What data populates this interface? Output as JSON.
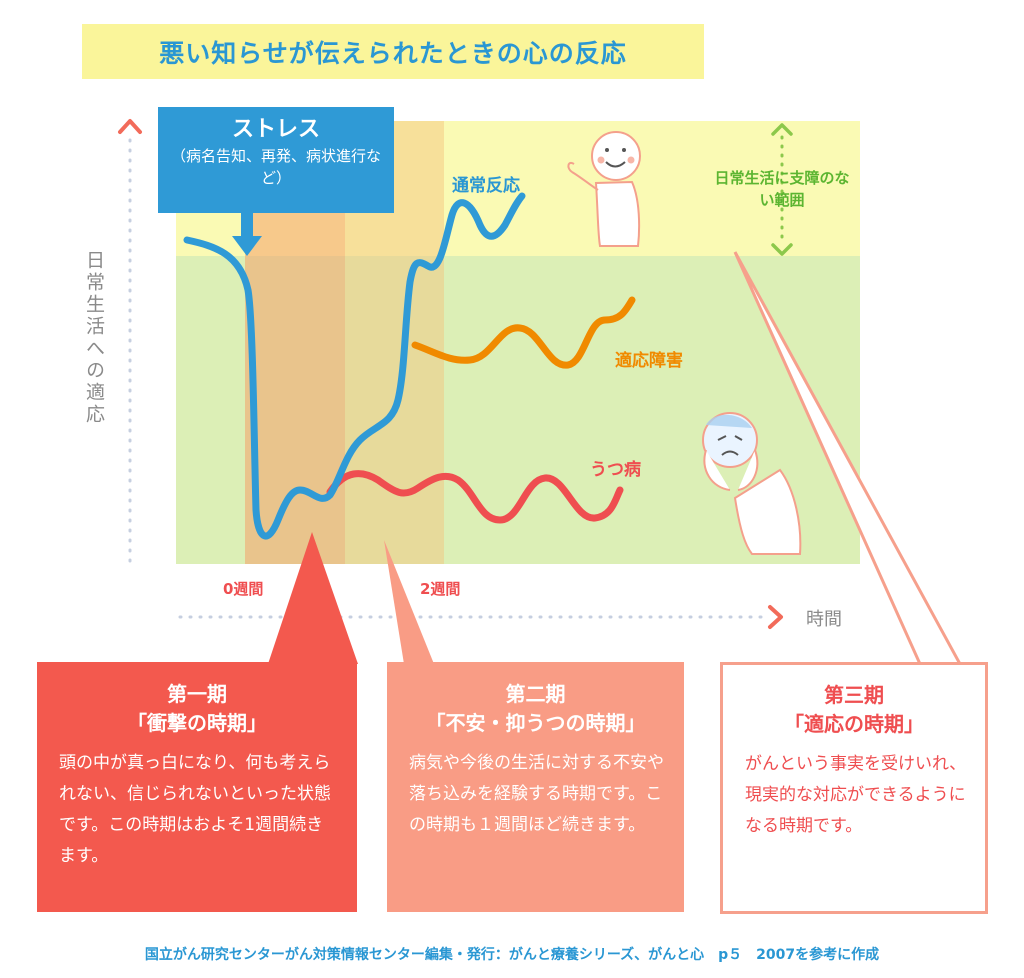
{
  "title": "悪い知らせが伝えられたときの心の反応",
  "stress": {
    "title": "ストレス",
    "subtitle": "（病名告知、再発、病状進行など）"
  },
  "curves": {
    "normal": "通常反応",
    "adjustment": "適応障害",
    "depression": "うつ病"
  },
  "zone_label": "日常生活に支障のない範囲",
  "y_axis": "日常生活への適応",
  "x_axis": "時間",
  "weeks": {
    "week0": "0週間",
    "week2": "2週間"
  },
  "phases": [
    {
      "title": "第一期",
      "subtitle": "「衝撃の時期」",
      "body": "頭の中が真っ白になり、何も考えられない、信じられないといった状態です。この時期はおよそ1週間続きます。"
    },
    {
      "title": "第二期",
      "subtitle": "「不安・抑うつの時期」",
      "body": "病気や今後の生活に対する不安や落ち込みを経験する時期です。この時期も１週間ほど続きます。"
    },
    {
      "title": "第三期",
      "subtitle": "「適応の時期」",
      "body": "がんという事実を受けいれ、現実的な対応ができるようになる時期です。"
    }
  ],
  "footer": "国立がん研究センターがん対策情報センター編集・発行：がんと療養シリーズ、がんと心　p５　2007を参考に作成",
  "colors": {
    "blue": "#2f9ad6",
    "orange": "#f08a00",
    "red": "#ef4e50",
    "light_yellow": "#fafab4",
    "light_green": "#dcefb6",
    "phase1": "#f3594e",
    "phase2": "#f99c85",
    "phase3_border": "#f6a08c"
  },
  "icons": {
    "happy_person": "smiling-person-icon",
    "sad_person": "distressed-person-icon"
  }
}
